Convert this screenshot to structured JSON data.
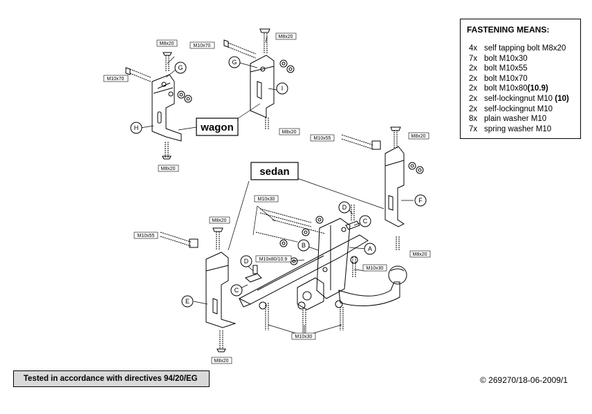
{
  "fastening_means": {
    "title": "FASTENING MEANS:",
    "items": [
      {
        "qty": "4x",
        "desc": "self tapping bolt M8x20",
        "suffix": ""
      },
      {
        "qty": "7x",
        "desc": "bolt M10x30",
        "suffix": ""
      },
      {
        "qty": "2x",
        "desc": "bolt M10x55",
        "suffix": ""
      },
      {
        "qty": "2x",
        "desc": "bolt M10x70",
        "suffix": ""
      },
      {
        "qty": "2x",
        "desc": "bolt M10x80",
        "suffix": "(10.9)"
      },
      {
        "qty": "2x",
        "desc": "self-lockingnut M10 ",
        "suffix": "(10)"
      },
      {
        "qty": "2x",
        "desc": "self-lockingnut M10",
        "suffix": ""
      },
      {
        "qty": "8x",
        "desc": "plain washer M10",
        "suffix": ""
      },
      {
        "qty": "7x",
        "desc": "spring washer M10",
        "suffix": ""
      }
    ]
  },
  "labels": {
    "wagon": "wagon",
    "sedan": "sedan",
    "m8x20": "M8x20",
    "m10x30": "M10x30",
    "m10x55": "M10x55",
    "m10x70": "M10x70",
    "m10x80": "M10x80/10.9"
  },
  "parts": {
    "a": "A",
    "b": "B",
    "c": "C",
    "d": "D",
    "e": "E",
    "f": "F",
    "g": "G",
    "h": "H",
    "i": "I"
  },
  "footer": {
    "tested": "Tested in accordance with directives 94/20/EG",
    "copyright": "© 269270/18-06-2009/1"
  }
}
